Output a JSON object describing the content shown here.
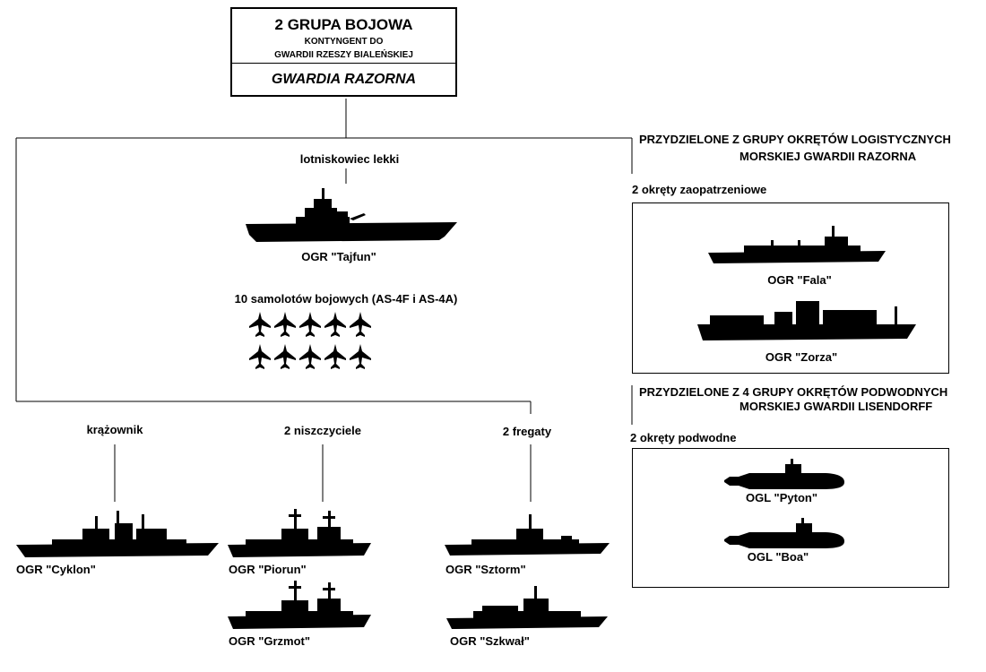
{
  "header": {
    "title": "2 GRUPA BOJOWA",
    "subtitle_line1": "KONTYNGENT DO",
    "subtitle_line2": "GWARDII RZESZY BIALEŃSKIEJ",
    "unit": "GWARDIA RAZORNA"
  },
  "main": {
    "carrier_label": "lotniskowiec lekki",
    "carrier_ship": "OGR \"Tajfun\"",
    "aircraft_label": "10 samolotów bojowych (AS-4F i AS-4A)",
    "aircraft_count": 10,
    "cruiser": {
      "label": "krążownik",
      "ships": [
        "OGR \"Cyklon\""
      ]
    },
    "destroyers": {
      "label": "2 niszczyciele",
      "ships": [
        "OGR \"Piorun\"",
        "OGR \"Grzmot\""
      ]
    },
    "frigates": {
      "label": "2 fregaty",
      "ships": [
        "OGR \"Sztorm\"",
        "OGR \"Szkwał\""
      ]
    }
  },
  "logistics": {
    "heading_line1": "PRZYDZIELONE Z GRUPY OKRĘTÓW LOGISTYCZNYCH",
    "heading_line2": "MORSKIEJ GWARDII RAZORNA",
    "label": "2 okręty zaopatrzeniowe",
    "ships": [
      "OGR \"Fala\"",
      "OGR \"Zorza\""
    ]
  },
  "submarines": {
    "heading_line1": "PRZYDZIELONE Z 4 GRUPY OKRĘTÓW PODWODNYCH",
    "heading_line2": "MORSKIEJ GWARDII LISENDORFF",
    "label": "2 okręty podwodne",
    "ships": [
      "OGL \"Pyton\"",
      "OGL \"Boa\""
    ]
  }
}
